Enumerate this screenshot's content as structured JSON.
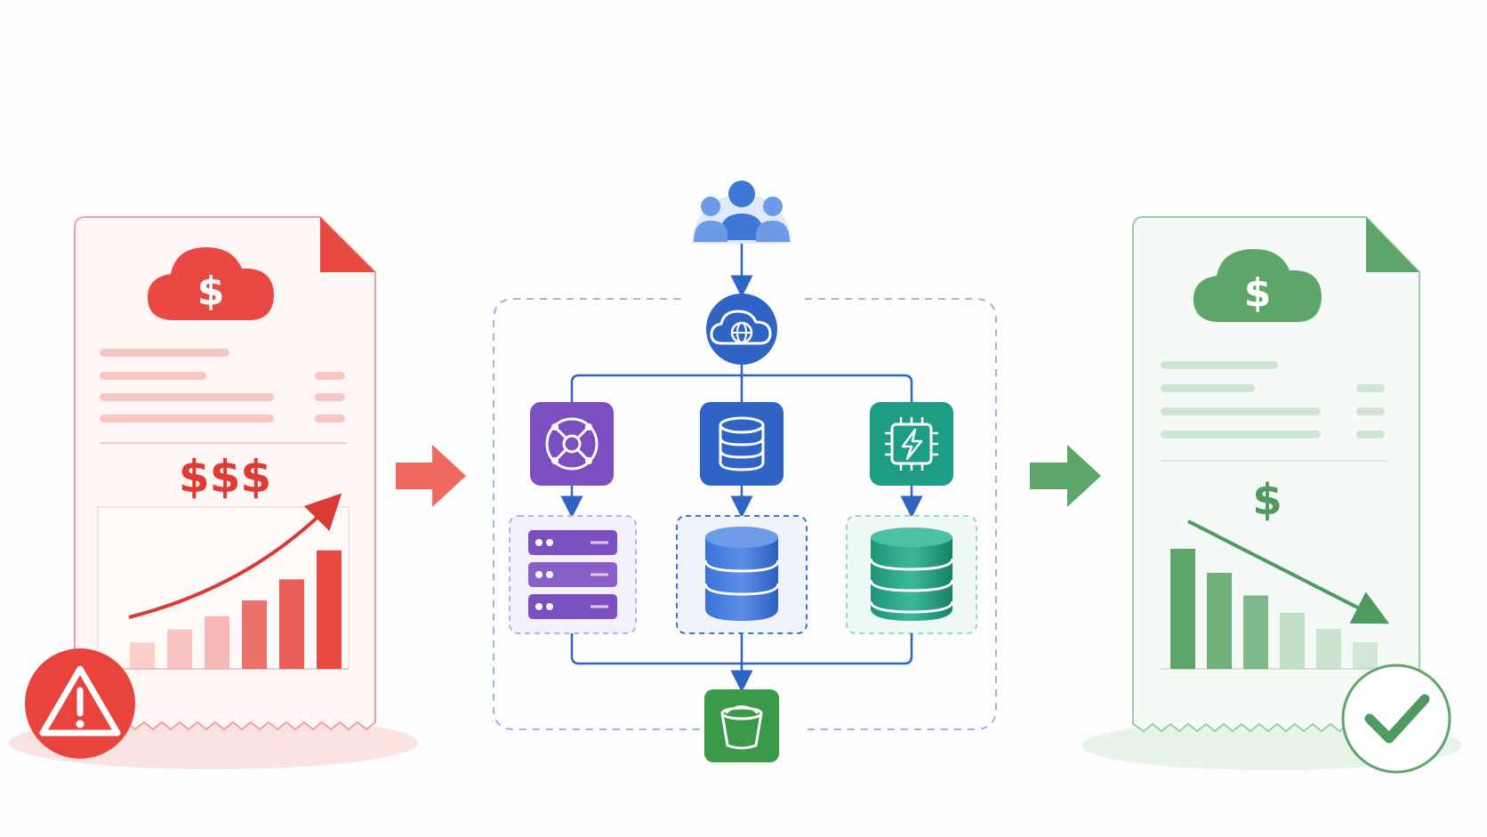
{
  "colors": {
    "bad": "#e84a43",
    "bad_light": "#f29a95",
    "good": "#5da56b",
    "good_light": "#a9d1b0",
    "flow": "#2f63c4",
    "purple": "#7b4fc0",
    "teal": "#1f9d84",
    "bucket": "#3a9a4a"
  },
  "before_invoice": {
    "cloud_symbol": "$",
    "total": "$$$",
    "trend": "increasing",
    "bars": [
      0.2,
      0.3,
      0.4,
      0.52,
      0.68,
      0.9
    ],
    "alert_icon": "warning-icon"
  },
  "after_invoice": {
    "cloud_symbol": "$",
    "total": "$",
    "trend": "decreasing",
    "bars": [
      0.9,
      0.72,
      0.55,
      0.42,
      0.3,
      0.2
    ],
    "status_icon": "check-icon"
  },
  "architecture": {
    "users_icon": "users-icon",
    "gateway_icon": "cloud-globe-icon",
    "services": [
      {
        "icon": "network-hub-icon",
        "color": "#7b4fc0",
        "resource": "server-rack-icon"
      },
      {
        "icon": "database-icon",
        "color": "#2f63c4",
        "resource": "database-cylinder-icon"
      },
      {
        "icon": "chip-lightning-icon",
        "color": "#1f9d84",
        "resource": "storage-cylinder-icon"
      }
    ],
    "sink_icon": "bucket-icon"
  }
}
